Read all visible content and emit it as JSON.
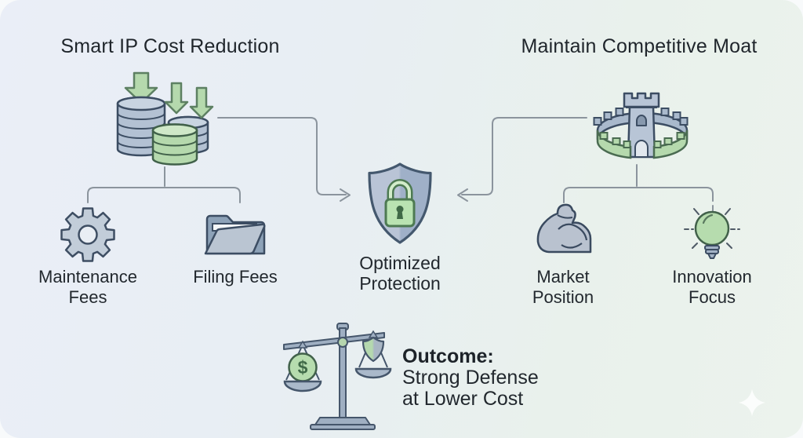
{
  "diagram": {
    "left": {
      "title": "Smart IP Cost Reduction",
      "icon": "coins-with-down-arrows-icon",
      "items": [
        {
          "label": "Maintenance\nFees",
          "icon": "gear-icon"
        },
        {
          "label": "Filing Fees",
          "icon": "folder-icon"
        }
      ]
    },
    "right": {
      "title": "Maintain Competitive Moat",
      "icon": "castle-moat-icon",
      "items": [
        {
          "label": "Market\nPosition",
          "icon": "flexed-arm-icon"
        },
        {
          "label": "Innovation\nFocus",
          "icon": "lightbulb-icon"
        }
      ]
    },
    "center": {
      "label": "Optimized\nProtection",
      "icon": "shield-lock-icon"
    },
    "outcome": {
      "title": "Outcome:",
      "text": "Strong Defense\nat Lower Cost",
      "icon": "balance-scale-icon"
    },
    "decoration": {
      "icon": "sparkle-icon"
    }
  },
  "colors": {
    "background_left": "#eaeef7",
    "background_right": "#ecf3ed",
    "accent_green": "#b5d9ad",
    "green_outline": "#4a6b51",
    "slate_blue": "#b3c1d3",
    "slate_outline": "#3c4d63",
    "shield_left": "#b9c4d6",
    "shield_right": "#9fb0c8",
    "connector_gray": "#8b949d",
    "text": "#22282e"
  }
}
